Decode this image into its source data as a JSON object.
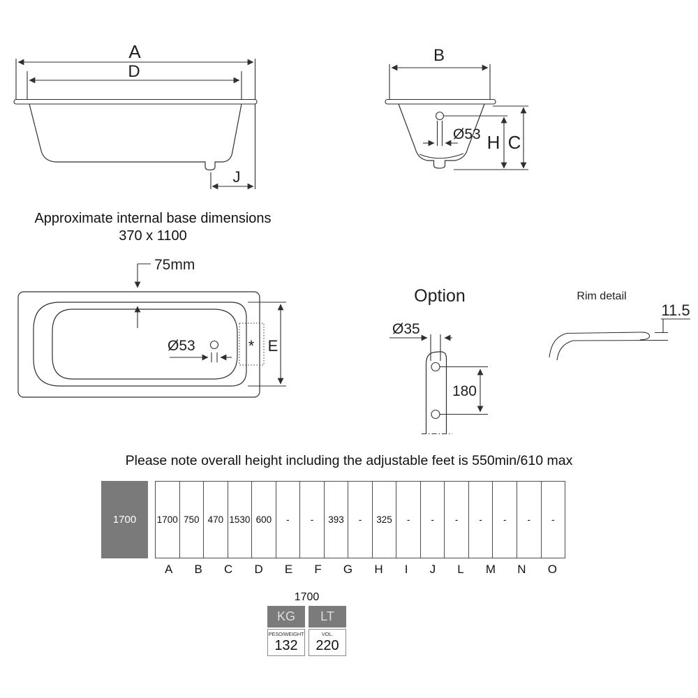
{
  "colors": {
    "line": "#2f2f2f",
    "accent_gray": "#7a7a7a",
    "light_text": "#dedede",
    "label_gray": "#8c8c8c"
  },
  "side_view": {
    "dim_a": "A",
    "dim_d": "D",
    "dim_j": "J"
  },
  "end_view": {
    "dim_b": "B",
    "dim_h": "H",
    "dim_c": "C",
    "drain_diameter": "Ø53"
  },
  "base_note": {
    "line1": "Approximate internal base dimensions",
    "line2": "370 x 1100"
  },
  "plan_view": {
    "rim_width": "75mm",
    "drain_diameter": "Ø53",
    "asterisk": "*",
    "dim_e": "E"
  },
  "option": {
    "title": "Option",
    "hole_diameter": "Ø35",
    "hole_spacing": "180"
  },
  "rim_detail": {
    "title": "Rim detail",
    "thickness": "11.5"
  },
  "note": "Please note overall height including the adjustable feet is 550min/610 max",
  "size_table": {
    "row_label": "1700",
    "values": [
      "1700",
      "750",
      "470",
      "1530",
      "600",
      "-",
      "-",
      "393",
      "-",
      "325",
      "-",
      "-",
      "-",
      "-",
      "-",
      "-",
      "-"
    ],
    "letters": [
      "A",
      "B",
      "C",
      "D",
      "E",
      "F",
      "G",
      "H",
      "I",
      "J",
      "L",
      "M",
      "N",
      "O"
    ]
  },
  "weight_table": {
    "title": "1700",
    "kg_label": "KG",
    "lt_label": "LT",
    "weight_label": "PESO/WEIGHT",
    "weight_value": "132",
    "vol_label": "VOL.",
    "vol_value": "220"
  }
}
